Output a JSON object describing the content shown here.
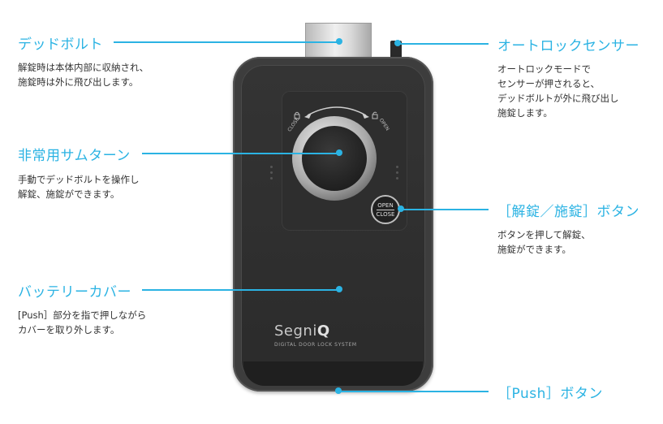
{
  "callouts": {
    "deadbolt": {
      "title": "デッドボルト",
      "desc": "解錠時は本体内部に収納され、\n施錠時は外に飛び出します。"
    },
    "thumb_turn": {
      "title": "非常用サムターン",
      "desc": "手動でデッドボルトを操作し\n解錠、施錠ができます。"
    },
    "battery_cover": {
      "title": "バッテリーカバー",
      "desc": "[Push］部分を指で押しながら\nカバーを取り外します。"
    },
    "auto_lock_sensor": {
      "title": "オートロックセンサー",
      "desc": "オートロックモードで\nセンサーが押されると、\nデッドボルトが外に飛び出し\n施錠します。"
    },
    "unlock_lock_button": {
      "title": "［解錠／施錠］ボタン",
      "desc": "ボタンを押して解錠、\n施錠ができます。"
    },
    "push_button": {
      "title": "［Push］ボタン"
    }
  },
  "device": {
    "brand_prefix": "Segni",
    "brand_suffix": "Q",
    "tagline": "DIGITAL DOOR LOCK SYSTEM",
    "open_label": "OPEN",
    "close_label": "CLOSE",
    "knob_close_label": "CLOSE",
    "knob_open_label": "OPEN"
  },
  "colors": {
    "accent": "#2bb3e3",
    "device_body": "#333333"
  }
}
